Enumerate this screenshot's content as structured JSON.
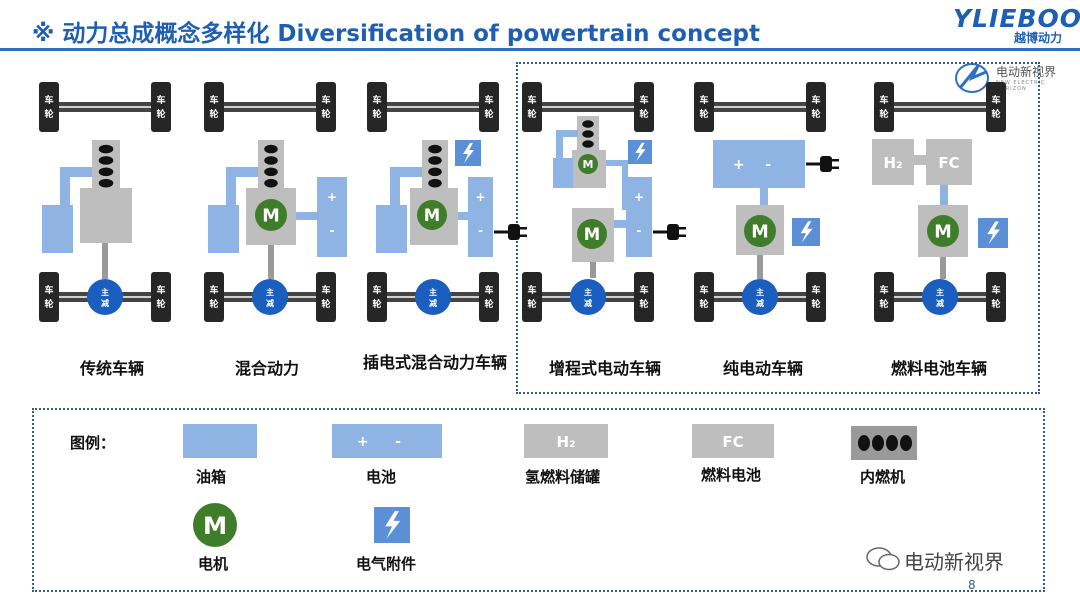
{
  "header": {
    "title": "※ 动力总成概念多样化  Diversification of powertrain concept"
  },
  "logo": {
    "brand": "YLIEBOO",
    "sub": "越博动力"
  },
  "watermark": {
    "text": "电动新视界",
    "sub": "NEW ELECTRIC HORIZON"
  },
  "wheel_label": "车轮",
  "drive_label": "主减",
  "motor_label": "M",
  "vehicles": [
    {
      "label": "传统车辆"
    },
    {
      "label": "混合动力"
    },
    {
      "label": "插电式混合动力车辆"
    },
    {
      "label": "增程式电动车辆"
    },
    {
      "label": "纯电动车辆"
    },
    {
      "label": "燃料电池车辆"
    }
  ],
  "battery": {
    "plus": "+",
    "minus": "-"
  },
  "h2_tank": "H₂",
  "fuel_cell": "FC",
  "legend": {
    "title": "图例：",
    "items": [
      {
        "label": "油箱"
      },
      {
        "label": "电池"
      },
      {
        "label": "氢燃料储罐"
      },
      {
        "label": "燃料电池"
      },
      {
        "label": "内燃机"
      },
      {
        "label": "电机"
      },
      {
        "label": "电气附件"
      }
    ]
  },
  "footer": {
    "wechat": "电动新视界",
    "page": "8"
  },
  "colors": {
    "blue_block": "#8fb4e3",
    "grey_block": "#bebebe",
    "motor": "#3f7d2a",
    "drive": "#1a5fbf",
    "accent": "#1f5fb3"
  }
}
